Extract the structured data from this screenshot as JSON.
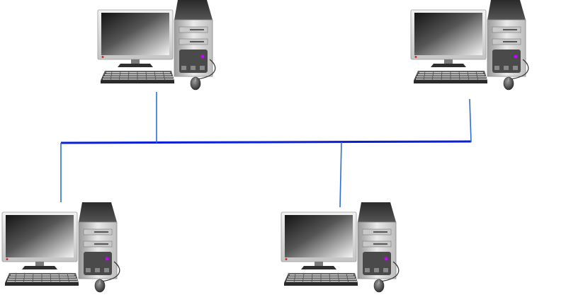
{
  "diagram": {
    "kind": "bus-topology-network",
    "node_icon": "desktop-computer-icon",
    "nodes": [
      {
        "id": "computer-top-left"
      },
      {
        "id": "computer-top-right"
      },
      {
        "id": "computer-bottom-left"
      },
      {
        "id": "computer-bottom-right"
      }
    ],
    "bus": {
      "name": "network-bus"
    },
    "colors": {
      "bus": "#0a1ed6",
      "drop": "#2a6fd6",
      "monitor_frame": "#d9d9d9",
      "tower_body": "#d4d4d4",
      "tower_top": "#3a3a3a",
      "keyboard": "#4a4a4a",
      "screen_dark": "#1c1c1c",
      "screen_light": "#f2f2f2"
    }
  }
}
